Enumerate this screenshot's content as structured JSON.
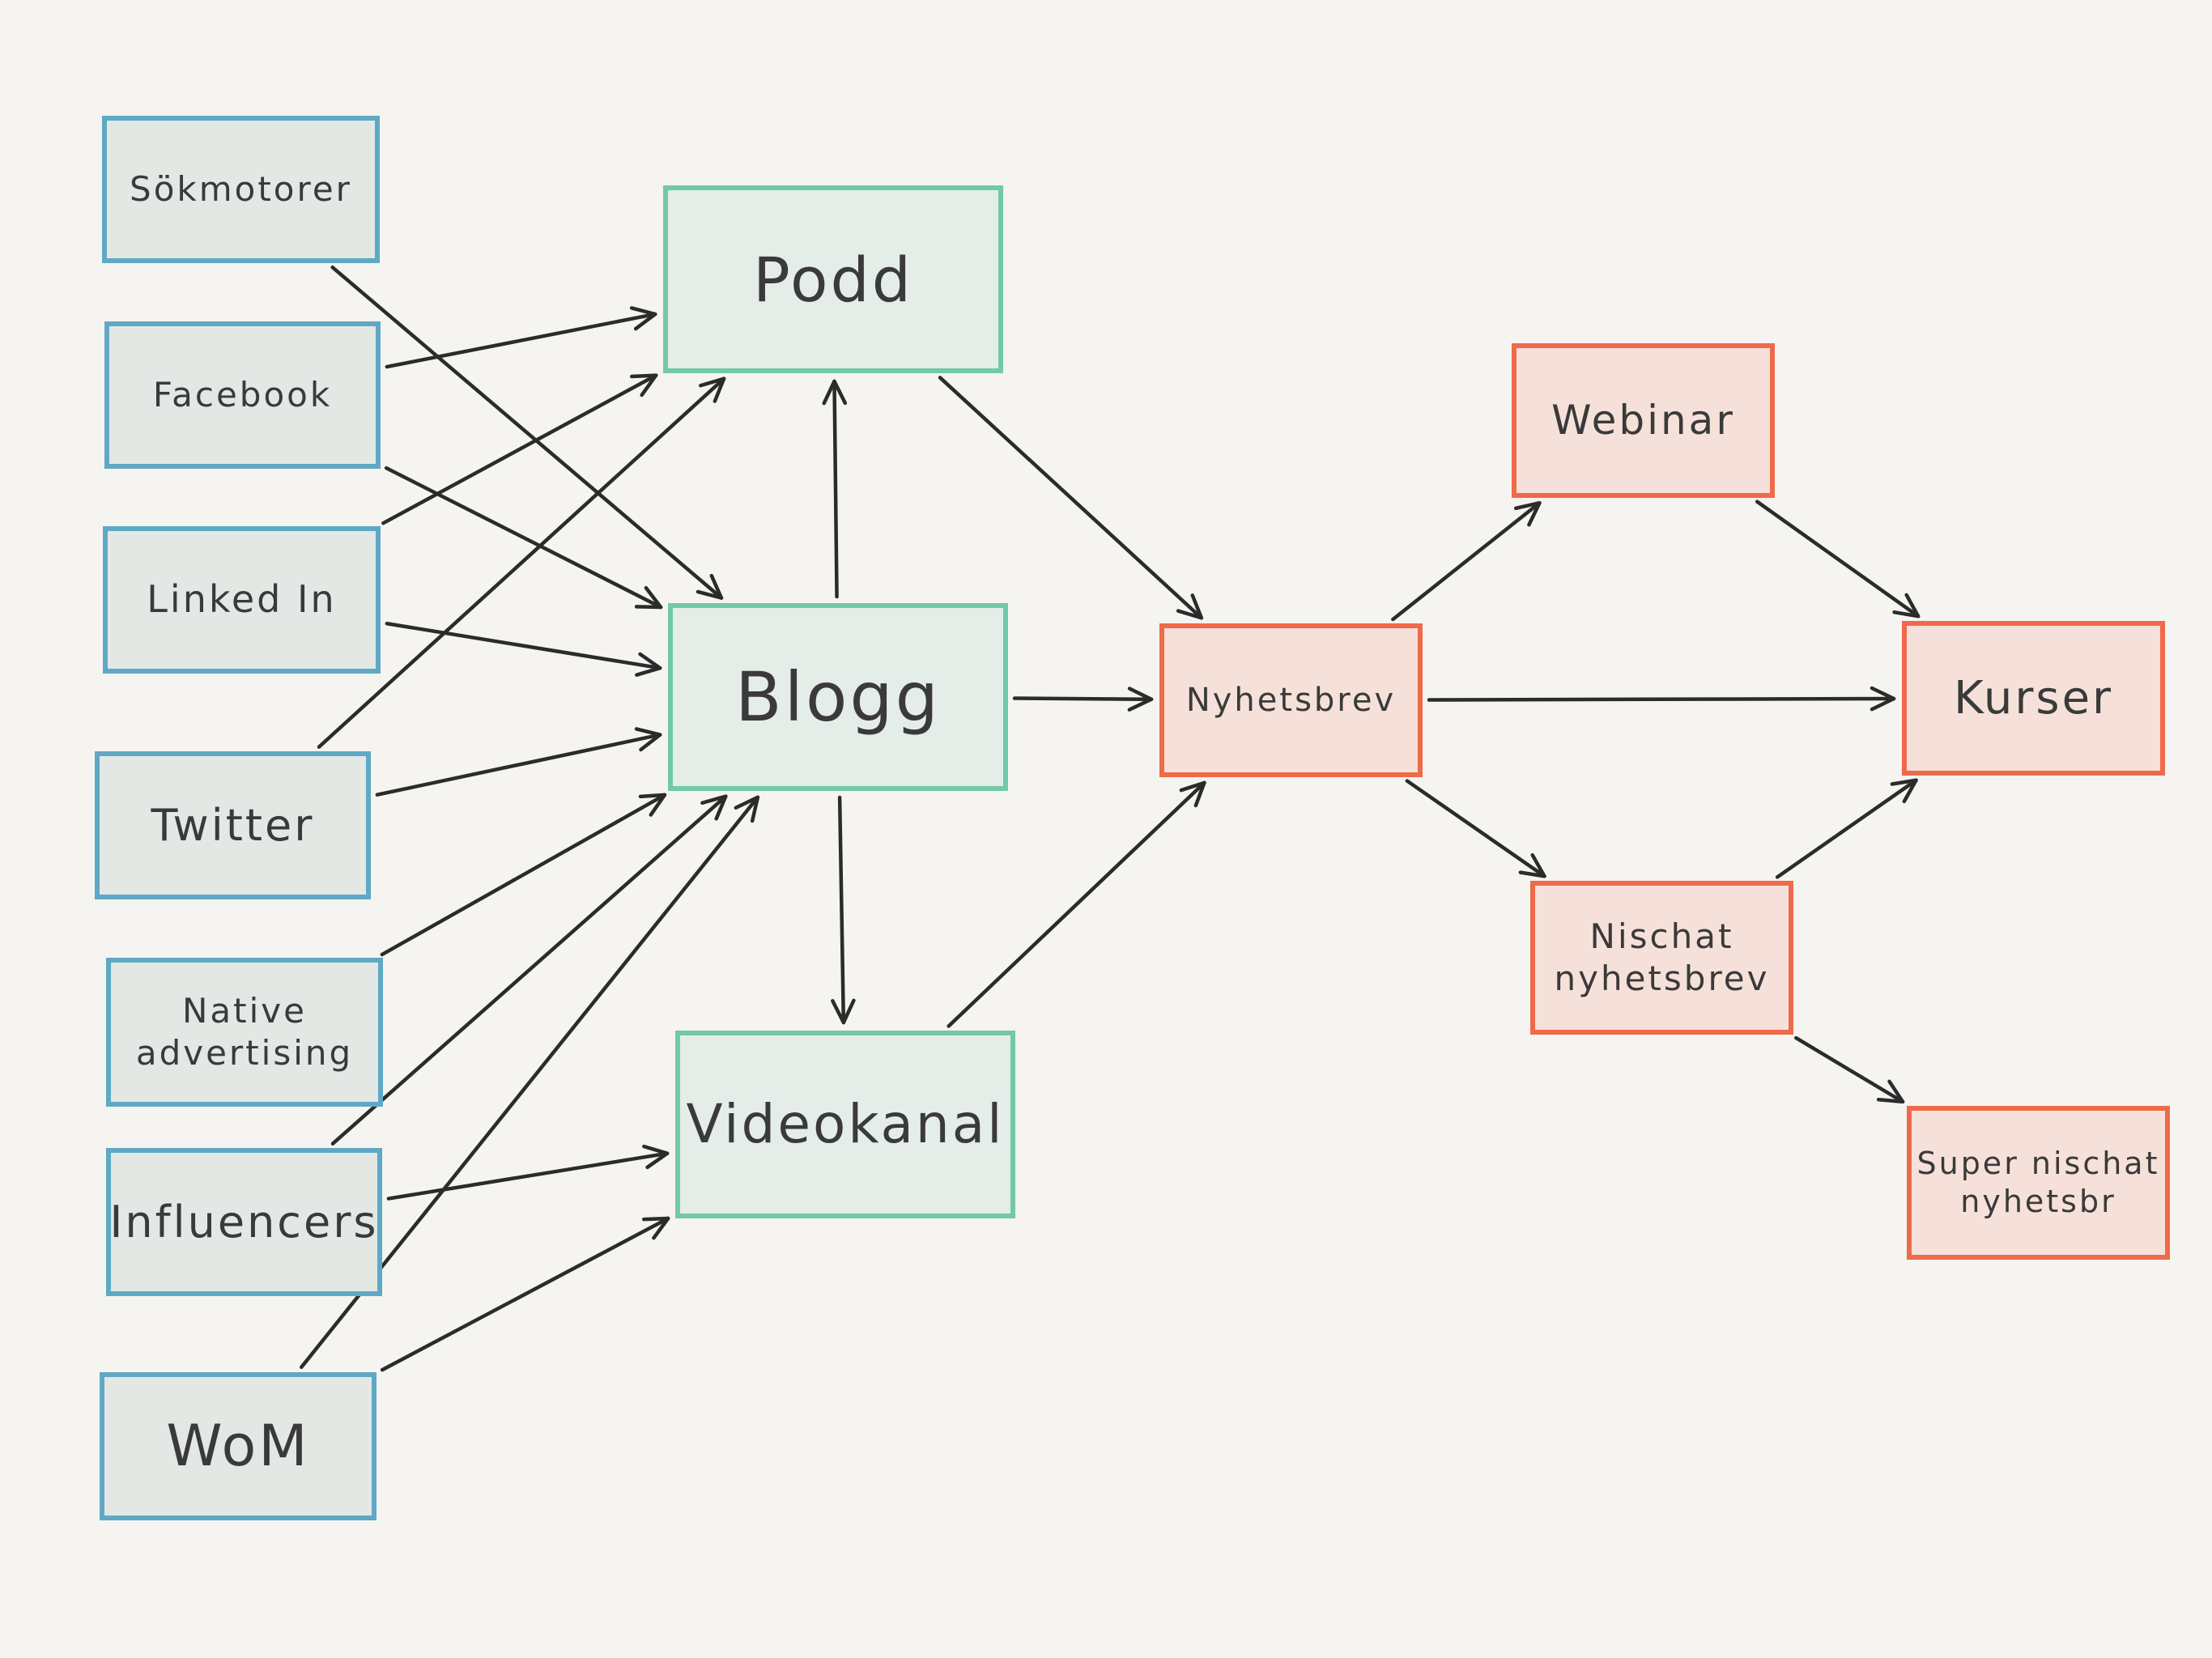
{
  "nodes": {
    "sokmotorer": {
      "lines": [
        "Sökmotorer"
      ]
    },
    "facebook": {
      "lines": [
        "Facebook"
      ]
    },
    "linkedin": {
      "lines": [
        "Linked In"
      ]
    },
    "twitter": {
      "lines": [
        "Twitter"
      ]
    },
    "native": {
      "lines": [
        "Native",
        "advertising"
      ]
    },
    "influencers": {
      "lines": [
        "Influencers"
      ]
    },
    "wom": {
      "lines": [
        "WoM"
      ]
    },
    "podd": {
      "lines": [
        "Podd"
      ]
    },
    "blogg": {
      "lines": [
        "Blogg"
      ]
    },
    "videokanal": {
      "lines": [
        "Videokanal"
      ]
    },
    "nyhetsbrev": {
      "lines": [
        "Nyhetsbrev"
      ]
    },
    "webinar": {
      "lines": [
        "Webinar"
      ]
    },
    "nischat": {
      "lines": [
        "Nischat",
        "nyhetsbrev"
      ]
    },
    "kurser": {
      "lines": [
        "Kurser"
      ]
    },
    "super_nischat": {
      "lines": [
        "Super nischat",
        "nyhetsbr"
      ]
    }
  },
  "edges": [
    {
      "from": "sokmotorer",
      "to": "blogg"
    },
    {
      "from": "facebook",
      "to": "podd"
    },
    {
      "from": "facebook",
      "to": "blogg"
    },
    {
      "from": "linkedin",
      "to": "podd"
    },
    {
      "from": "linkedin",
      "to": "blogg"
    },
    {
      "from": "twitter",
      "to": "podd"
    },
    {
      "from": "twitter",
      "to": "blogg"
    },
    {
      "from": "native",
      "to": "blogg"
    },
    {
      "from": "influencers",
      "to": "blogg"
    },
    {
      "from": "influencers",
      "to": "videokanal"
    },
    {
      "from": "wom",
      "to": "blogg"
    },
    {
      "from": "wom",
      "to": "videokanal"
    },
    {
      "from": "blogg",
      "to": "podd"
    },
    {
      "from": "blogg",
      "to": "videokanal"
    },
    {
      "from": "podd",
      "to": "nyhetsbrev"
    },
    {
      "from": "blogg",
      "to": "nyhetsbrev"
    },
    {
      "from": "videokanal",
      "to": "nyhetsbrev"
    },
    {
      "from": "nyhetsbrev",
      "to": "webinar"
    },
    {
      "from": "nyhetsbrev",
      "to": "kurser"
    },
    {
      "from": "nyhetsbrev",
      "to": "nischat"
    },
    {
      "from": "webinar",
      "to": "kurser"
    },
    {
      "from": "nischat",
      "to": "kurser"
    },
    {
      "from": "nischat",
      "to": "super_nischat"
    }
  ],
  "colors": {
    "background": "#f5f4f0",
    "source_border": "#5fa8c6",
    "source_fill": "#e3e8e5",
    "content_border": "#72c8aa",
    "content_fill": "#e4ede7",
    "nurture_border": "#ee6a4a",
    "nurture_fill": "#f6e1da",
    "arrow": "#2b2b2b"
  }
}
